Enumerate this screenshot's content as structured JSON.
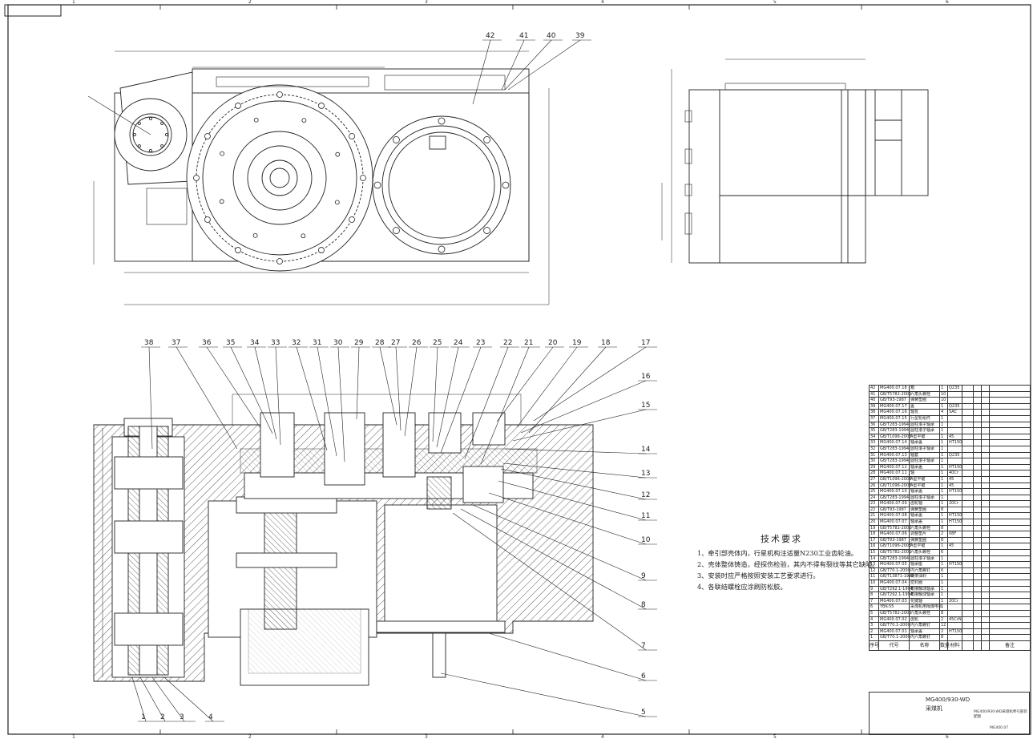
{
  "drawing": {
    "zone_numbers_top": [
      "1",
      "2",
      "3",
      "4",
      "5",
      "6"
    ],
    "zone_numbers_bottom": [
      "1",
      "2",
      "3",
      "4",
      "5",
      "6"
    ],
    "balloons_top": [
      "42",
      "41",
      "40",
      "39"
    ],
    "balloons_bottom_top": [
      "38",
      "37",
      "36",
      "35",
      "34",
      "33",
      "32",
      "31",
      "30",
      "29",
      "28",
      "27",
      "26",
      "25",
      "24",
      "23",
      "22",
      "21",
      "20",
      "19",
      "18"
    ],
    "balloons_right": [
      "17",
      "16",
      "15",
      "14",
      "13",
      "12",
      "11",
      "10",
      "9",
      "8",
      "7",
      "6",
      "5"
    ],
    "balloons_bottom": [
      "1",
      "2",
      "3",
      "4"
    ]
  },
  "tech_requirements": {
    "title": "技术要求",
    "items": [
      "1、牵引部壳体内，行星机构注适量N230工业齿轮油。",
      "2、壳体整体铸造，经探伤检验，其内不得有裂纹等其它缺陷。",
      "3、安装时应严格按照安装工艺要求进行。",
      "4、各联结螺栓应涂刷防松胶。"
    ]
  },
  "bom": {
    "rows": [
      [
        "42",
        "MG400.07.18",
        "箱",
        "1",
        "Q235"
      ],
      [
        "41",
        "GB/T5782-2000",
        "六角头螺栓",
        "10",
        ""
      ],
      [
        "40",
        "GB/T93-1987",
        "弹簧垫圈",
        "10",
        ""
      ],
      [
        "39",
        "MG400.07.17",
        "盖",
        "1",
        "Q235"
      ],
      [
        "38",
        "MG400.07.16",
        "轴瓦",
        "4",
        "SAC"
      ],
      [
        "37",
        "MG400.07.15",
        "行星轮组件",
        "1",
        ""
      ],
      [
        "36",
        "GB/T283-1994",
        "圆柱滚子轴承",
        "1",
        ""
      ],
      [
        "35",
        "GB/T283-1994",
        "圆柱滚子轴承",
        "1",
        ""
      ],
      [
        "34",
        "GB/T1096-2003",
        "A型平键",
        "1",
        "45"
      ],
      [
        "33",
        "MG400.07.14",
        "轴承盖",
        "1",
        "HT150"
      ],
      [
        "32",
        "GB/T283-1994",
        "圆柱滚子轴承",
        "1",
        ""
      ],
      [
        "31",
        "MG400.07.13",
        "轴套",
        "1",
        "Q235"
      ],
      [
        "30",
        "GB/T283-1994",
        "圆柱滚子轴承",
        "1",
        ""
      ],
      [
        "29",
        "MG400.07.12",
        "轴承盖",
        "1",
        "HT150"
      ],
      [
        "28",
        "MG400.07.11",
        "轴",
        "1",
        "40Cr"
      ],
      [
        "27",
        "GB/T1096-2003",
        "A型平键",
        "1",
        "45"
      ],
      [
        "26",
        "GB/T1096-2003",
        "A型平键",
        "1",
        "45"
      ],
      [
        "25",
        "MG400.07.10",
        "轴承盖",
        "1",
        "HT150"
      ],
      [
        "24",
        "GB/T283-1994",
        "圆柱滚子轴承",
        "1",
        ""
      ],
      [
        "23",
        "MG400.07.09",
        "齿轮轴",
        "1",
        "20Cr"
      ],
      [
        "22",
        "GB/T93-1987",
        "弹簧垫圈",
        "8",
        ""
      ],
      [
        "21",
        "MG400.07.08",
        "轴承盖",
        "1",
        "HT150"
      ],
      [
        "20",
        "MG400.07.07",
        "轴承盖",
        "1",
        "HT150"
      ],
      [
        "19",
        "GB/T5782-2000",
        "六角头螺栓",
        "8",
        ""
      ],
      [
        "18",
        "MG400.07.06",
        "调整垫片",
        "2",
        "08F"
      ],
      [
        "17",
        "GB/T93-1987",
        "弹簧垫圈",
        "8",
        ""
      ],
      [
        "16",
        "GB/T1096-2003",
        "A型平键",
        "1",
        "45"
      ],
      [
        "15",
        "GB/T5782-2000",
        "六角头螺栓",
        "6",
        ""
      ],
      [
        "14",
        "GB/T283-1994",
        "圆柱滚子轴承",
        "1",
        ""
      ],
      [
        "13",
        "MG400.07.05",
        "轴承座",
        "1",
        "HT150"
      ],
      [
        "12",
        "GB/T70.1-2000",
        "内六角螺钉",
        "6",
        ""
      ],
      [
        "11",
        "GB/T13871-1992",
        "骨架油封",
        "1",
        ""
      ],
      [
        "10",
        "MG400.07.04",
        "密封圈",
        "1",
        ""
      ],
      [
        "9",
        "GB/T292.1-1994",
        "角接触球轴承",
        "1",
        ""
      ],
      [
        "8",
        "GB/T292.1-1994",
        "角接触球轴承",
        "1",
        ""
      ],
      [
        "7",
        "MG400.07.03",
        "花键轴",
        "1",
        "20Cr"
      ],
      [
        "6",
        "YBK-55",
        "采煤机用隔爆电机",
        "1",
        ""
      ],
      [
        "5",
        "GB/T5782-2000",
        "六角头螺栓",
        "8",
        ""
      ],
      [
        "4",
        "MG400.07.02",
        "齿轮",
        "2",
        "45CrNi"
      ],
      [
        "3",
        "GB/T70.1-2000",
        "内六角螺钉",
        "12",
        ""
      ],
      [
        "2",
        "MG400.07.01",
        "轴承盖",
        "2",
        "HT150"
      ],
      [
        "1",
        "GB/T70.1-2000",
        "内六角螺钉",
        "8",
        ""
      ]
    ],
    "header": [
      "序号",
      "代号",
      "名称",
      "数量",
      "材料",
      "",
      "",
      "",
      "备注"
    ]
  },
  "title_block": {
    "name": "MG400/930-WD采煤机",
    "subtitle": "MG400/930-WD采煤机牵引部装配图",
    "number": "MG400.07"
  }
}
